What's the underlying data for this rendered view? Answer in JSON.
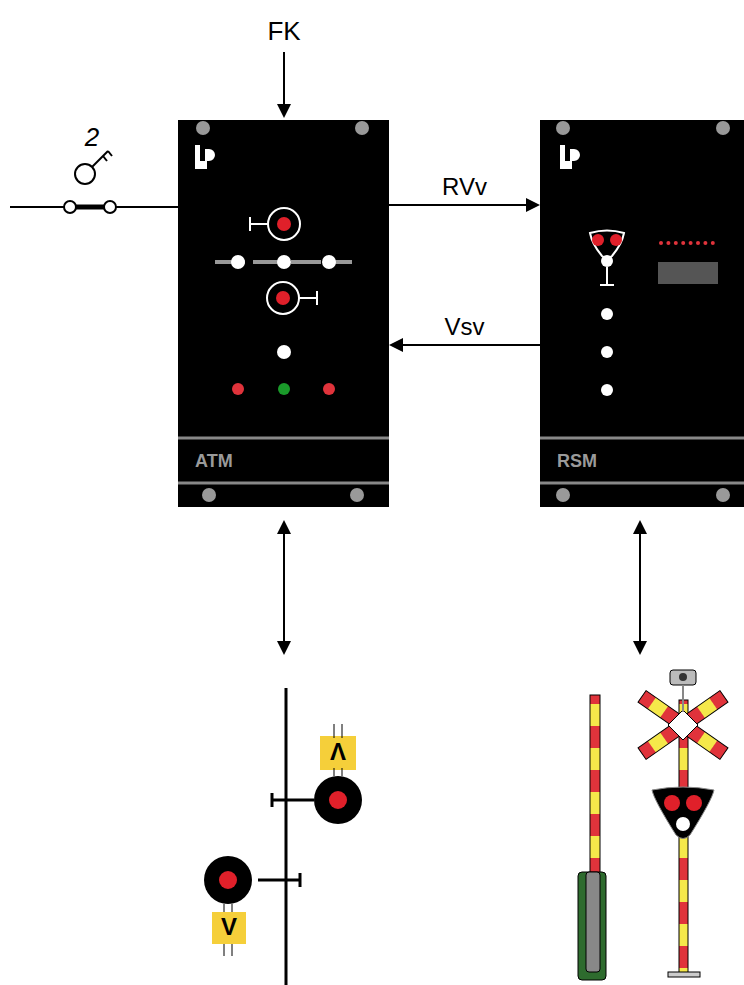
{
  "diagram": {
    "nodes": [
      {
        "text": [
          "ATM"
        ]
      },
      {
        "text": [
          "RSM"
        ]
      }
    ],
    "edges": [
      {
        "from": 0,
        "to": 1,
        "arrow": "to",
        "label": "RVv"
      },
      {
        "from": 1,
        "to": 0,
        "arrow": "to",
        "label": "Vsv"
      }
    ],
    "labels": [
      "FK",
      "2",
      "Λ",
      "V"
    ]
  }
}
